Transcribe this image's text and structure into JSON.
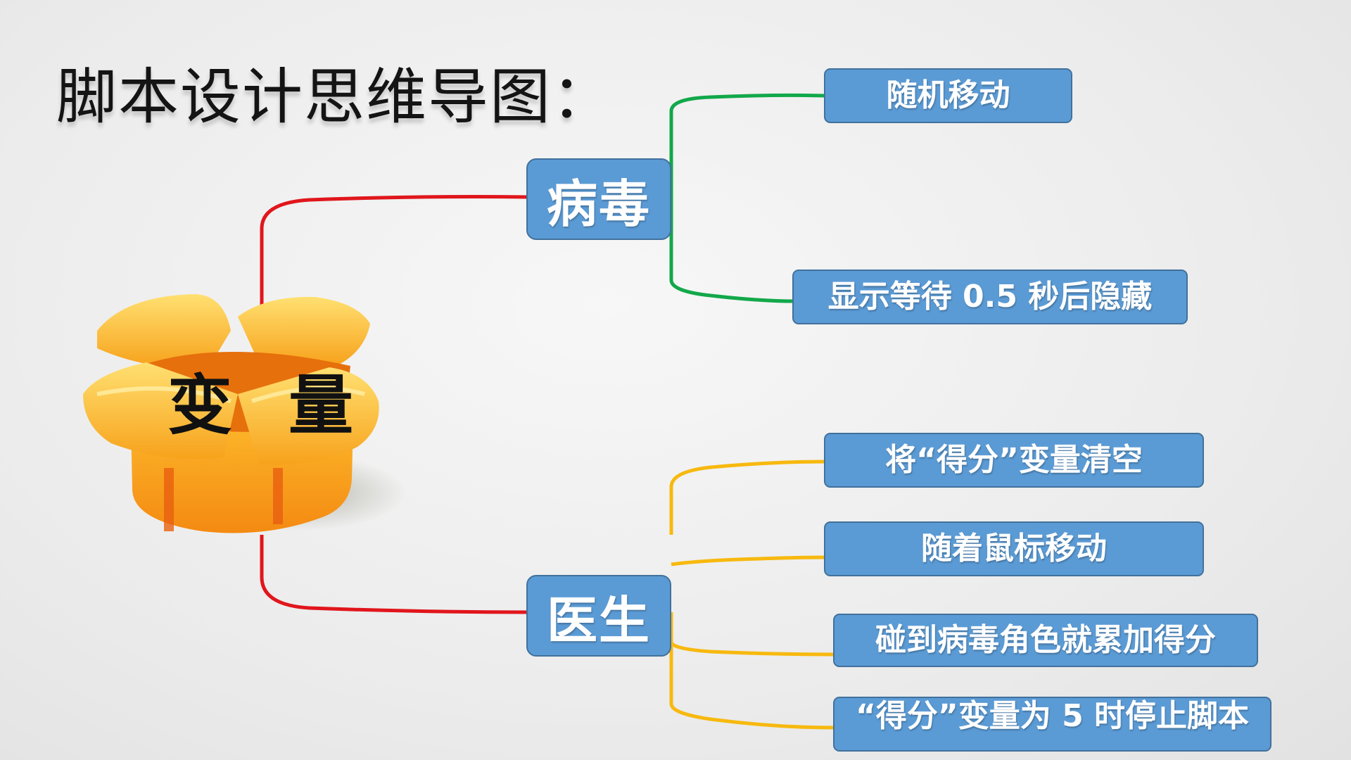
{
  "title": "脚本设计思维导图：",
  "root": {
    "label": "变 量",
    "icon": "open-box-icon"
  },
  "colors": {
    "node_fill": "#5b9bd5",
    "node_border": "#41719c",
    "root_connector": "#e0161c",
    "virus_connector": "#12a84a",
    "doctor_connector": "#f7b90f",
    "box_orange": "#f7a21b"
  },
  "branches": [
    {
      "label": "病毒",
      "children": [
        "随机移动",
        "显示等待 0.5 秒后隐藏"
      ]
    },
    {
      "label": "医生",
      "children": [
        "将“得分”变量清空",
        "随着鼠标移动",
        "碰到病毒角色就累加得分",
        "“得分”变量为 5 时停止脚本"
      ]
    }
  ]
}
